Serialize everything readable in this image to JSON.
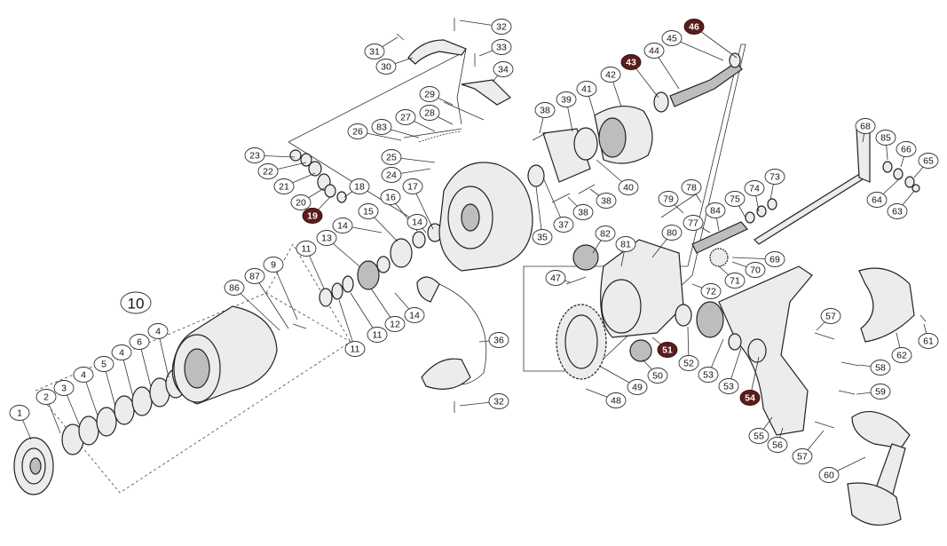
{
  "parts": [
    {
      "id": "1",
      "l": "1",
      "hl": false
    },
    {
      "id": "2",
      "l": "2",
      "hl": false
    },
    {
      "id": "3",
      "l": "3",
      "hl": false
    },
    {
      "id": "4a",
      "l": "4",
      "hl": false
    },
    {
      "id": "5",
      "l": "5",
      "hl": false
    },
    {
      "id": "4b",
      "l": "4",
      "hl": false
    },
    {
      "id": "6",
      "l": "6",
      "hl": false
    },
    {
      "id": "4c",
      "l": "4",
      "hl": false
    },
    {
      "id": "9",
      "l": "9",
      "hl": false
    },
    {
      "id": "87",
      "l": "87",
      "hl": false
    },
    {
      "id": "86",
      "l": "86",
      "hl": false
    },
    {
      "id": "11a",
      "l": "11",
      "hl": false
    },
    {
      "id": "11b",
      "l": "11",
      "hl": false
    },
    {
      "id": "11c",
      "l": "11",
      "hl": false
    },
    {
      "id": "12",
      "l": "12",
      "hl": false
    },
    {
      "id": "13",
      "l": "13",
      "hl": false
    },
    {
      "id": "14a",
      "l": "14",
      "hl": false
    },
    {
      "id": "14b",
      "l": "14",
      "hl": false
    },
    {
      "id": "14c",
      "l": "14",
      "hl": false
    },
    {
      "id": "15",
      "l": "15",
      "hl": false
    },
    {
      "id": "16",
      "l": "16",
      "hl": false
    },
    {
      "id": "17",
      "l": "17",
      "hl": false
    },
    {
      "id": "18",
      "l": "18",
      "hl": false
    },
    {
      "id": "19",
      "l": "19",
      "hl": true
    },
    {
      "id": "20",
      "l": "20",
      "hl": false
    },
    {
      "id": "21",
      "l": "21",
      "hl": false
    },
    {
      "id": "22",
      "l": "22",
      "hl": false
    },
    {
      "id": "23",
      "l": "23",
      "hl": false
    },
    {
      "id": "24",
      "l": "24",
      "hl": false
    },
    {
      "id": "25",
      "l": "25",
      "hl": false
    },
    {
      "id": "26",
      "l": "26",
      "hl": false
    },
    {
      "id": "83",
      "l": "83",
      "hl": false
    },
    {
      "id": "27",
      "l": "27",
      "hl": false
    },
    {
      "id": "28",
      "l": "28",
      "hl": false
    },
    {
      "id": "29",
      "l": "29",
      "hl": false
    },
    {
      "id": "30",
      "l": "30",
      "hl": false
    },
    {
      "id": "31",
      "l": "31",
      "hl": false
    },
    {
      "id": "32a",
      "l": "32",
      "hl": false
    },
    {
      "id": "33",
      "l": "33",
      "hl": false
    },
    {
      "id": "34",
      "l": "34",
      "hl": false
    },
    {
      "id": "35",
      "l": "35",
      "hl": false
    },
    {
      "id": "36",
      "l": "36",
      "hl": false
    },
    {
      "id": "32b",
      "l": "32",
      "hl": false
    },
    {
      "id": "37",
      "l": "37",
      "hl": false
    },
    {
      "id": "38a",
      "l": "38",
      "hl": false
    },
    {
      "id": "38b",
      "l": "38",
      "hl": false
    },
    {
      "id": "38c",
      "l": "38",
      "hl": false
    },
    {
      "id": "39",
      "l": "39",
      "hl": false
    },
    {
      "id": "40",
      "l": "40",
      "hl": false
    },
    {
      "id": "41",
      "l": "41",
      "hl": false
    },
    {
      "id": "42",
      "l": "42",
      "hl": false
    },
    {
      "id": "43",
      "l": "43",
      "hl": true
    },
    {
      "id": "44",
      "l": "44",
      "hl": false
    },
    {
      "id": "45",
      "l": "45",
      "hl": false
    },
    {
      "id": "46",
      "l": "46",
      "hl": true
    },
    {
      "id": "47",
      "l": "47",
      "hl": false
    },
    {
      "id": "48",
      "l": "48",
      "hl": false
    },
    {
      "id": "49",
      "l": "49",
      "hl": false
    },
    {
      "id": "50",
      "l": "50",
      "hl": false
    },
    {
      "id": "51",
      "l": "51",
      "hl": true
    },
    {
      "id": "52",
      "l": "52",
      "hl": false
    },
    {
      "id": "53a",
      "l": "53",
      "hl": false
    },
    {
      "id": "53b",
      "l": "53",
      "hl": false
    },
    {
      "id": "54",
      "l": "54",
      "hl": true
    },
    {
      "id": "55",
      "l": "55",
      "hl": false
    },
    {
      "id": "56",
      "l": "56",
      "hl": false
    },
    {
      "id": "57a",
      "l": "57",
      "hl": false
    },
    {
      "id": "57b",
      "l": "57",
      "hl": false
    },
    {
      "id": "58",
      "l": "58",
      "hl": false
    },
    {
      "id": "59",
      "l": "59",
      "hl": false
    },
    {
      "id": "60",
      "l": "60",
      "hl": false
    },
    {
      "id": "61",
      "l": "61",
      "hl": false
    },
    {
      "id": "62",
      "l": "62",
      "hl": false
    },
    {
      "id": "63",
      "l": "63",
      "hl": false
    },
    {
      "id": "64",
      "l": "64",
      "hl": false
    },
    {
      "id": "65",
      "l": "65",
      "hl": false
    },
    {
      "id": "66",
      "l": "66",
      "hl": false
    },
    {
      "id": "68",
      "l": "68",
      "hl": false
    },
    {
      "id": "85",
      "l": "85",
      "hl": false
    },
    {
      "id": "69",
      "l": "69",
      "hl": false
    },
    {
      "id": "70",
      "l": "70",
      "hl": false
    },
    {
      "id": "71",
      "l": "71",
      "hl": false
    },
    {
      "id": "72",
      "l": "72",
      "hl": false
    },
    {
      "id": "73",
      "l": "73",
      "hl": false
    },
    {
      "id": "74",
      "l": "74",
      "hl": false
    },
    {
      "id": "75",
      "l": "75",
      "hl": false
    },
    {
      "id": "77",
      "l": "77",
      "hl": false
    },
    {
      "id": "78",
      "l": "78",
      "hl": false
    },
    {
      "id": "79",
      "l": "79",
      "hl": false
    },
    {
      "id": "80",
      "l": "80",
      "hl": false
    },
    {
      "id": "81",
      "l": "81",
      "hl": false
    },
    {
      "id": "82",
      "l": "82",
      "hl": false
    },
    {
      "id": "84",
      "l": "84",
      "hl": false
    }
  ],
  "group_label": "10"
}
